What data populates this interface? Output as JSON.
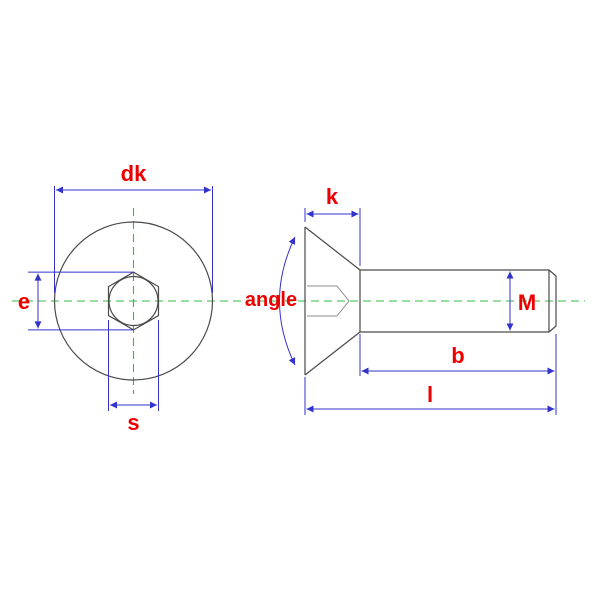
{
  "labels": {
    "dk": "dk",
    "e": "e",
    "s": "s",
    "angle": "angle",
    "k": "k",
    "m": "M",
    "b": "b",
    "l": "l"
  },
  "colors": {
    "dimension": "#3333cc",
    "label": "#ee0000",
    "outline": "#4a4a4a",
    "centerline": "#33bb44",
    "socket_section": "#8c8c8c",
    "background": "#ffffff"
  }
}
